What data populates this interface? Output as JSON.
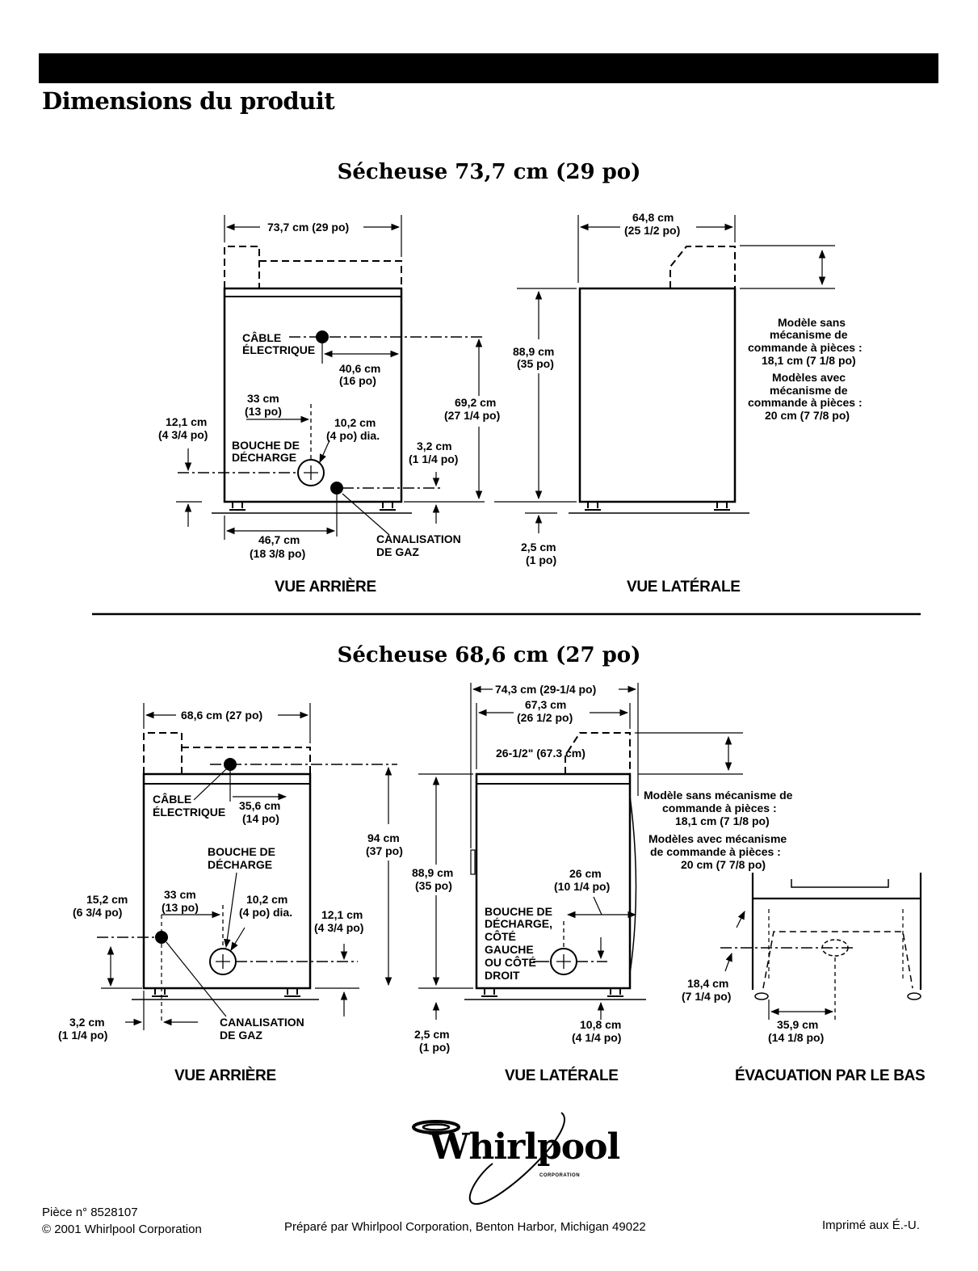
{
  "page": {
    "title": "Dimensions du produit",
    "footer_part": "Pièce n° 8528107",
    "footer_copyright": "© 2001 Whirlpool Corporation",
    "footer_prepared": "Préparé par Whirlpool Corporation, Benton Harbor, Michigan 49022",
    "footer_printed": "Imprimé aux É.-U.",
    "logo_text": "Whirlpool",
    "logo_subtext": "CORPORATION"
  },
  "dryer29": {
    "heading": "Sécheuse 73,7 cm (29 po)",
    "rear_view": {
      "label": "VUE ARRIÈRE",
      "width": "73,7 cm (29 po)",
      "cable_1": "CÂBLE",
      "cable_2": "ÉLECTRIQUE",
      "cable_dist_1": "40,6 cm",
      "cable_dist_2": "(16 po)",
      "vent_offset_1": "33 cm",
      "vent_offset_2": "(13 po)",
      "vent_dia_1": "10,2 cm",
      "vent_dia_2": "(4 po) dia.",
      "vent_1": "BOUCHE DE",
      "vent_2": "DÉCHARGE",
      "vent_height_1": "12,1 cm",
      "vent_height_2": "(4 3/4 po)",
      "cable_height_1": "69,2 cm",
      "cable_height_2": "(27 1/4 po)",
      "gas_height_1": "3,2 cm",
      "gas_height_2": "(1 1/4 po)",
      "gas_offset_1": "46,7 cm",
      "gas_offset_2": "(18 3/8 po)",
      "gas_1": "CANALISATION",
      "gas_2": "DE GAZ"
    },
    "side_view": {
      "label": "VUE LATÉRALE",
      "depth_1": "64,8 cm",
      "depth_2": "(25 1/2 po)",
      "height_1": "88,9 cm",
      "height_2": "(35 po)",
      "feet_1": "2,5 cm",
      "feet_2": "(1 po)",
      "note_1": "Modèle sans",
      "note_2": "mécanisme de",
      "note_3": "commande à pièces :",
      "note_4": "18,1 cm (7 1/8 po)",
      "note_5": "Modèles avec",
      "note_6": "mécanisme de",
      "note_7": "commande à pièces :",
      "note_8": "20 cm (7 7/8 po)"
    }
  },
  "dryer27": {
    "heading": "Sécheuse 68,6 cm (27 po)",
    "rear_view": {
      "label": "VUE ARRIÈRE",
      "width": "68,6 cm (27 po)",
      "cable_1": "CÂBLE",
      "cable_2": "ÉLECTRIQUE",
      "cable_dist_1": "35,6 cm",
      "cable_dist_2": "(14 po)",
      "vent_1": "BOUCHE DE",
      "vent_2": "DÉCHARGE",
      "vent_offset_1": "33 cm",
      "vent_offset_2": "(13 po)",
      "vent_dia_1": "10,2 cm",
      "vent_dia_2": "(4 po) dia.",
      "gas_height_1": "15,2 cm",
      "gas_height_2": "(6 3/4 po)",
      "vent_height_1": "12,1 cm",
      "vent_height_2": "(4 3/4 po)",
      "total_height_1": "94 cm",
      "total_height_2": "(37 po)",
      "gas_offset_1": "3,2 cm",
      "gas_offset_2": "(1 1/4 po)",
      "gas_1": "CANALISATION",
      "gas_2": "DE GAZ"
    },
    "side_view": {
      "label": "VUE LATÉRALE",
      "depth_total": "74,3 cm (29-1/4 po)",
      "depth_1": "67,3 cm",
      "depth_2": "(26 1/2 po)",
      "console_depth": "26-1/2\" (67.3 cm)",
      "height_1": "88,9 cm",
      "height_2": "(35 po)",
      "feet_1": "2,5 cm",
      "feet_2": "(1 po)",
      "vent_dist_1": "26 cm",
      "vent_dist_2": "(10 1/4 po)",
      "vent_1": "BOUCHE DE",
      "vent_2": "DÉCHARGE,",
      "vent_3": "CÔTÉ",
      "vent_4": "GAUCHE",
      "vent_5": "OU CÔTÉ",
      "vent_6": "DROIT",
      "vent_height_1": "10,8 cm",
      "vent_height_2": "(4 1/4 po)",
      "note_1": "Modèle sans mécanisme de",
      "note_2": "commande à pièces :",
      "note_3": "18,1 cm (7 1/8 po)",
      "note_4": "Modèles avec mécanisme",
      "note_5": "de commande à pièces :",
      "note_6": "20 cm (7 7/8 po)"
    },
    "bottom_view": {
      "label": "ÉVACUATION PAR LE BAS",
      "dist_1": "18,4 cm",
      "dist_2": "(7 1/4 po)",
      "width_1": "35,9 cm",
      "width_2": "(14 1/8 po)"
    }
  }
}
